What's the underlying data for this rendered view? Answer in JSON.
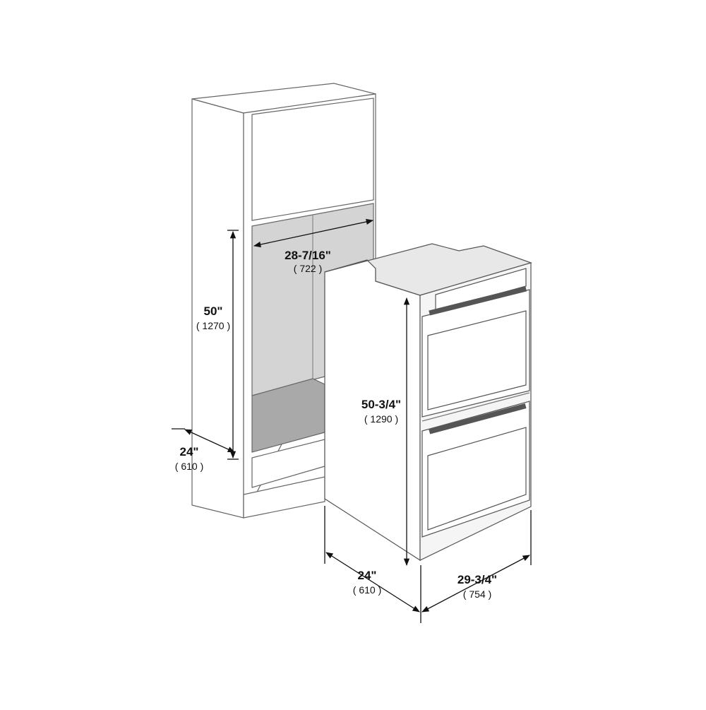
{
  "dimensions": {
    "cabinet_cutout_width": {
      "imperial": "28-7/16\"",
      "metric": "( 722 )"
    },
    "cabinet_cutout_height": {
      "imperial": "50\"",
      "metric": "( 1270 )"
    },
    "cabinet_depth": {
      "imperial": "24\"",
      "metric": "( 610 )"
    },
    "oven_height": {
      "imperial": "50-3/4\"",
      "metric": "( 1290 )"
    },
    "oven_depth": {
      "imperial": "24\"",
      "metric": "( 610 )"
    },
    "oven_width": {
      "imperial": "29-3/4\"",
      "metric": "( 754 )"
    }
  },
  "colors": {
    "line": "#555555",
    "cabinet_fill": "#ffffff",
    "cutout_back": "#d4d4d4",
    "cutout_floor": "#a9a9a9",
    "oven_side": "#ffffff",
    "oven_front": "#f5f5f5",
    "oven_top": "#e8e8e8"
  }
}
